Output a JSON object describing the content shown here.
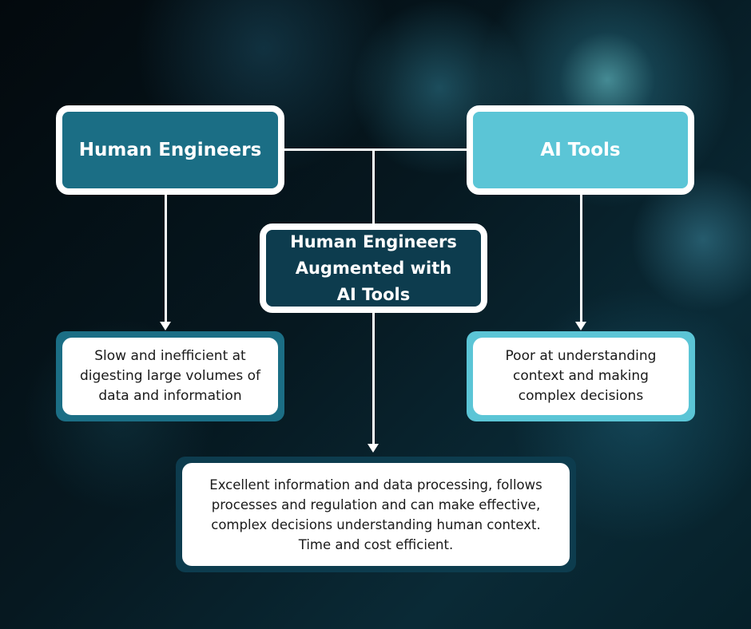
{
  "nodes": {
    "human_engineers": "Human Engineers",
    "ai_tools": "AI Tools",
    "augmented": [
      "Human Engineers",
      "Augmented with",
      "AI Tools"
    ],
    "human_weakness": [
      "Slow and inefficient at",
      "digesting large volumes of",
      "data and information"
    ],
    "ai_weakness": [
      "Poor at understanding",
      "context and making",
      "complex decisions"
    ],
    "augmented_strength": [
      "Excellent information and data processing, follows",
      "processes and regulation and can make effective,",
      "complex decisions understanding human context.",
      "Time and cost efficient."
    ]
  },
  "colors": {
    "human": "#1b6e85",
    "ai": "#5bc5d6",
    "augmented": "#0d3c4e"
  }
}
